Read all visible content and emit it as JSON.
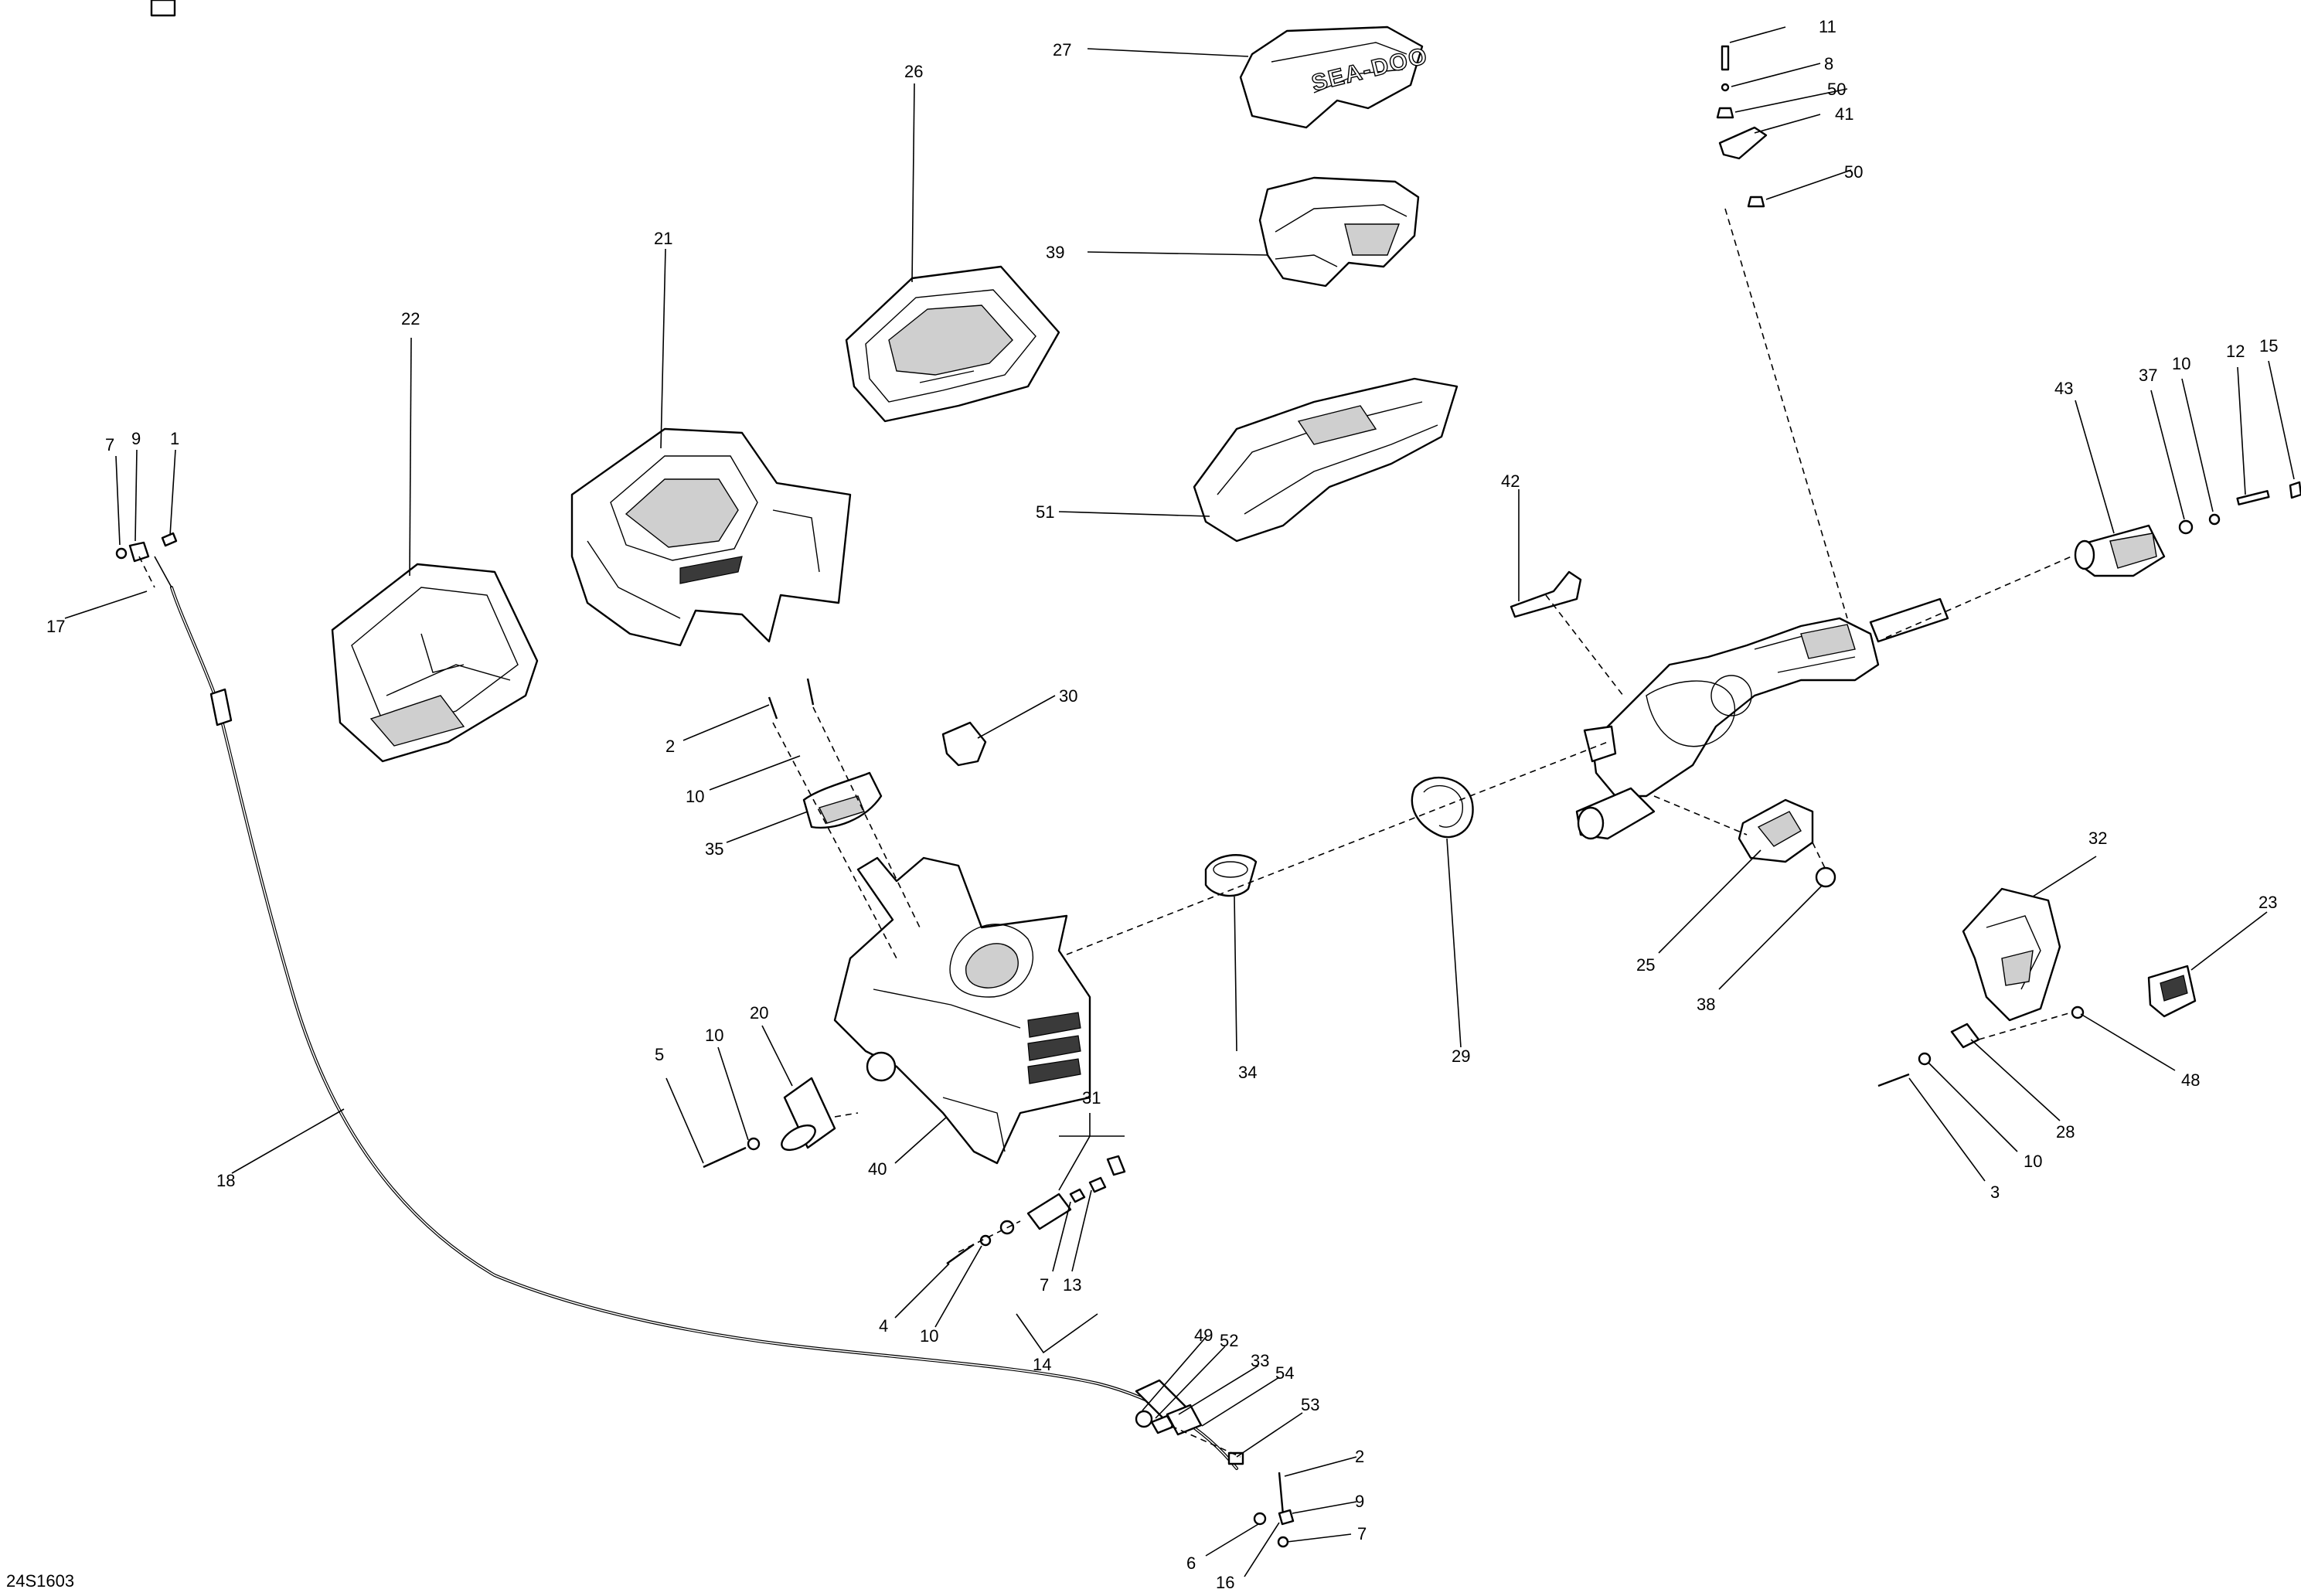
{
  "document_code": "24S1603",
  "brand_mark": "SEA-DOO",
  "callouts": [
    {
      "n": "27"
    },
    {
      "n": "26"
    },
    {
      "n": "39"
    },
    {
      "n": "51"
    },
    {
      "n": "21"
    },
    {
      "n": "22"
    },
    {
      "n": "7"
    },
    {
      "n": "9"
    },
    {
      "n": "1"
    },
    {
      "n": "17"
    },
    {
      "n": "18"
    },
    {
      "n": "2"
    },
    {
      "n": "10"
    },
    {
      "n": "35"
    },
    {
      "n": "30"
    },
    {
      "n": "5"
    },
    {
      "n": "10"
    },
    {
      "n": "20"
    },
    {
      "n": "40"
    },
    {
      "n": "31"
    },
    {
      "n": "4"
    },
    {
      "n": "10"
    },
    {
      "n": "7"
    },
    {
      "n": "13"
    },
    {
      "n": "14"
    },
    {
      "n": "34"
    },
    {
      "n": "29"
    },
    {
      "n": "42"
    },
    {
      "n": "11"
    },
    {
      "n": "8"
    },
    {
      "n": "50"
    },
    {
      "n": "41"
    },
    {
      "n": "50"
    },
    {
      "n": "43"
    },
    {
      "n": "37"
    },
    {
      "n": "10"
    },
    {
      "n": "12"
    },
    {
      "n": "15"
    },
    {
      "n": "25"
    },
    {
      "n": "38"
    },
    {
      "n": "32"
    },
    {
      "n": "23"
    },
    {
      "n": "28"
    },
    {
      "n": "48"
    },
    {
      "n": "10"
    },
    {
      "n": "3"
    },
    {
      "n": "49"
    },
    {
      "n": "52"
    },
    {
      "n": "33"
    },
    {
      "n": "54"
    },
    {
      "n": "53"
    },
    {
      "n": "2"
    },
    {
      "n": "9"
    },
    {
      "n": "7"
    },
    {
      "n": "6"
    },
    {
      "n": "16"
    }
  ]
}
